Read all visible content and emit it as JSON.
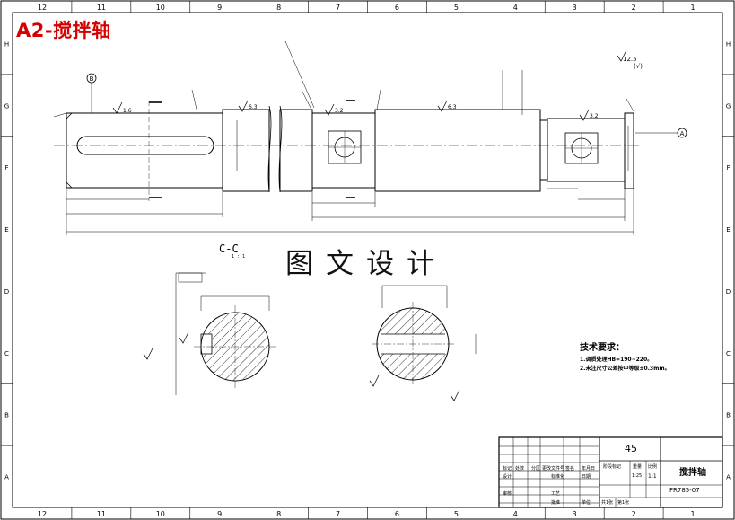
{
  "heading": "A2-搅拌轴",
  "watermark": "图文设计",
  "border_columns": [
    "12",
    "11",
    "10",
    "9",
    "8",
    "7",
    "6",
    "5",
    "4",
    "3",
    "2",
    "1"
  ],
  "border_rows": [
    "H",
    "G",
    "F",
    "E",
    "D",
    "C",
    "B",
    "A"
  ],
  "section_view": {
    "title": "C-C",
    "scale": "1 : 1"
  },
  "datums": {
    "datum_a": "A",
    "datum_b": "B"
  },
  "surface_finish": {
    "corner": "12.5",
    "corner_other": "(√)",
    "ra_16": "1.6",
    "ra_63": "6.3",
    "ra_32": "3.2"
  },
  "tech_requirements": {
    "title": "技术要求：",
    "items": [
      "1.调质处理HB=190~220。",
      "2.未注尺寸公差按中等级±0.3mm。"
    ]
  },
  "title_block": {
    "material": "45",
    "part_name": "搅拌轴",
    "drawing_no": "FR785-07",
    "scale": "1:1",
    "ratio": "1:25",
    "header_labels": [
      "阶段标记",
      "重量",
      "比例"
    ],
    "sheet_left": "共1张",
    "sheet_right": "第1张",
    "row_labels": [
      "标记",
      "处数",
      "分区",
      "更改文件号",
      "签名",
      "年月日"
    ],
    "staff_labels": [
      "设计",
      "标准化",
      "审核",
      "工艺",
      "批准"
    ],
    "notes_small": [
      "日期",
      "单位"
    ]
  }
}
